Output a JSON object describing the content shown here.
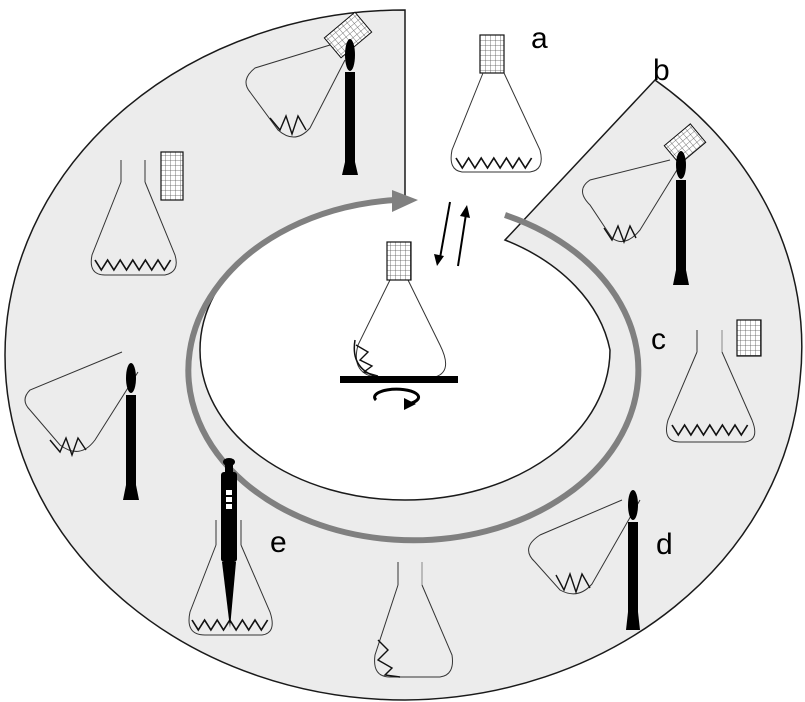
{
  "diagram": {
    "type": "cyclic-procedure",
    "description": "Aseptic flask handling cycle around a central shaking flask",
    "colors": {
      "ring_fill": "#ececec",
      "ring_stroke": "#1a1a1a",
      "arrow": "#808080",
      "ink": "#000000"
    },
    "center": {
      "item": "flask-with-cap-on-shaker",
      "arrows": "bidirectional-exchange",
      "rotation": "swirl-arrow"
    },
    "steps": [
      {
        "label": "a",
        "description": "capped flask removed from cycle"
      },
      {
        "label": "b",
        "description": "flask neck flamed with cap near burner"
      },
      {
        "label": "c",
        "description": "cap removed from flask"
      },
      {
        "label": "d",
        "description": "open flask neck flamed"
      },
      {
        "label": "e",
        "description": "pipette inserted into flask"
      }
    ],
    "unlabeled_steps": [
      "flask tilted, liquid at bottom corner",
      "open flask neck flamed (left)",
      "open flask with cap beside",
      "capped flask neck flamed (top-left)"
    ]
  }
}
